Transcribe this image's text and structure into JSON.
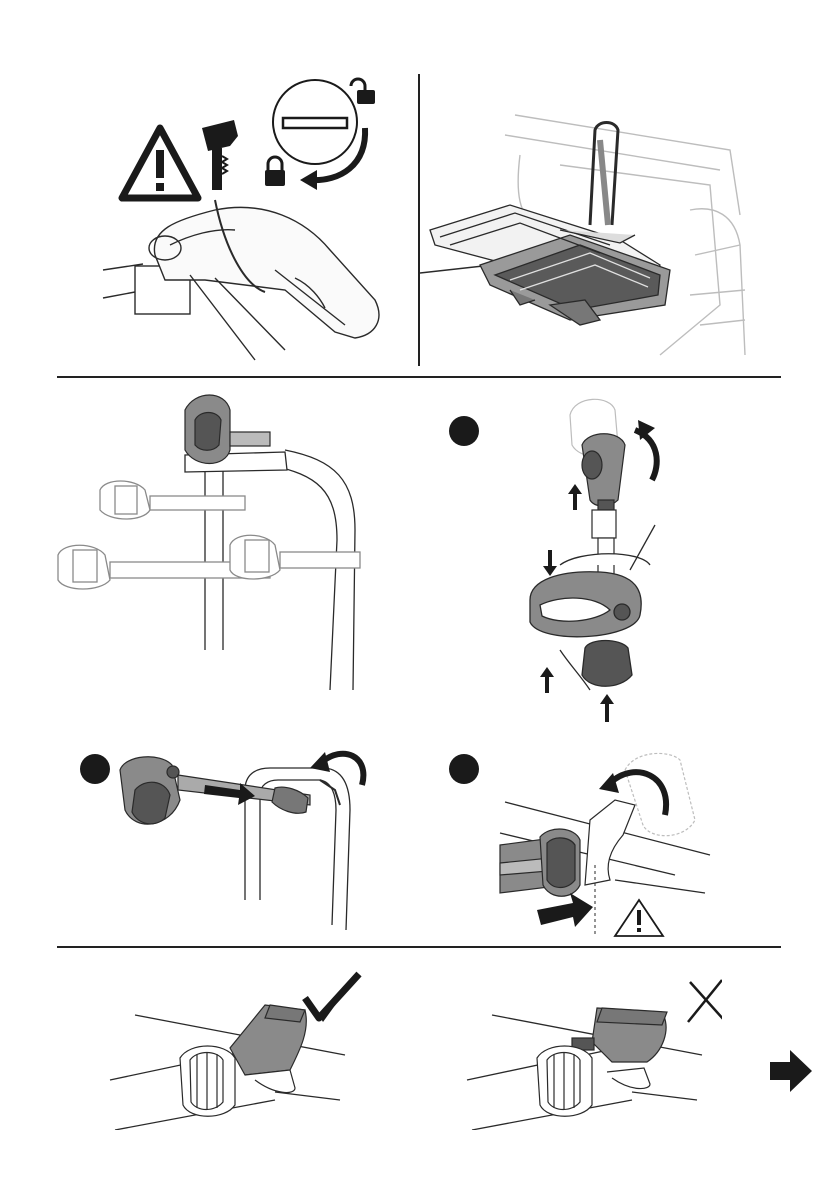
{
  "colors": {
    "ink": "#1a1a1a",
    "line": "#2a2a2a",
    "part_gray": "#8a8a8a",
    "part_dark": "#555555",
    "ghost": "#bdbdbd",
    "paper": "#ffffff"
  },
  "icons": {
    "warning": "warning-triangle-icon",
    "key": "key-icon",
    "lock": "padlock-locked-icon",
    "unlock": "padlock-unlocked-icon",
    "rotate": "rotate-arrow-icon",
    "check": "checkmark-icon",
    "cross": "cross-icon",
    "next": "next-page-arrow-icon"
  },
  "steps": [
    {
      "id": "step-a",
      "marker": "filled-circle"
    },
    {
      "id": "step-b",
      "marker": "filled-circle"
    },
    {
      "id": "step-c",
      "marker": "filled-circle"
    }
  ],
  "panels": [
    {
      "name": "lock-with-key",
      "icons": [
        "warning-triangle-icon",
        "key-icon",
        "padlock-unlocked-icon",
        "padlock-locked-icon"
      ]
    },
    {
      "name": "carrier-on-car",
      "icons": []
    },
    {
      "name": "frame-holders-overview",
      "icons": []
    },
    {
      "name": "open-frame-holder",
      "icons": [
        "rotate-arrow-icon"
      ]
    },
    {
      "name": "attach-holder-to-frame",
      "icons": [
        "rotate-arrow-icon"
      ]
    },
    {
      "name": "tighten-clamp-warning",
      "icons": [
        "rotate-arrow-icon",
        "warning-triangle-icon"
      ]
    },
    {
      "name": "correct-position",
      "icons": [
        "checkmark-icon"
      ]
    },
    {
      "name": "incorrect-position",
      "icons": [
        "cross-icon"
      ]
    }
  ]
}
